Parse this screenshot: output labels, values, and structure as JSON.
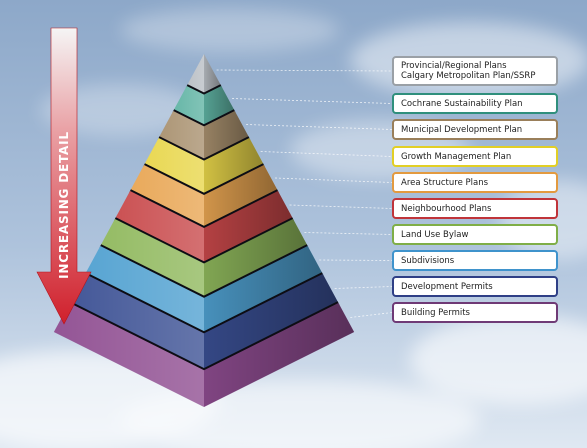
{
  "arrow": {
    "label": "INCREASING DETAIL"
  },
  "levels": [
    {
      "lines": [
        "Provincial/Regional Plans",
        "Calgary Metropolitan Plan/SSRP"
      ],
      "color": "#b9bec4",
      "border": "#9aa0a6"
    },
    {
      "lines": [
        "Cochrane Sustainability Plan"
      ],
      "color": "#5fb3a3",
      "border": "#2f8f7c"
    },
    {
      "lines": [
        "Municipal Development Plan"
      ],
      "color": "#a8906e",
      "border": "#9a7f5a"
    },
    {
      "lines": [
        "Growth Management Plan"
      ],
      "color": "#e8d64a",
      "border": "#e2cf25"
    },
    {
      "lines": [
        "Area Structure Plans"
      ],
      "color": "#e8a552",
      "border": "#e39a3f"
    },
    {
      "lines": [
        "Neighbourhood Plans"
      ],
      "color": "#c8484a",
      "border": "#c0343a"
    },
    {
      "lines": [
        "Land Use Bylaw"
      ],
      "color": "#8fb85c",
      "border": "#7fae47"
    },
    {
      "lines": [
        "Subdivisions"
      ],
      "color": "#4fa0d0",
      "border": "#3f93cc"
    },
    {
      "lines": [
        "Development Permits"
      ],
      "color": "#3a4f93",
      "border": "#2f3f86"
    },
    {
      "lines": [
        "Building Permits"
      ],
      "color": "#8e4c90",
      "border": "#6f3a76"
    }
  ]
}
